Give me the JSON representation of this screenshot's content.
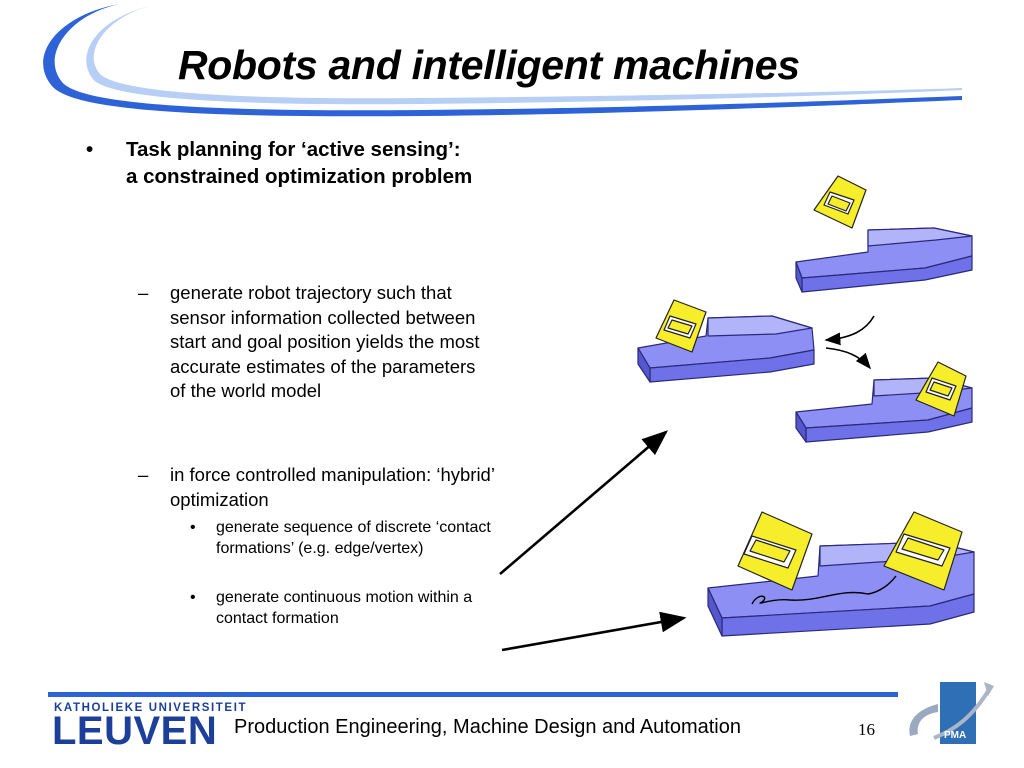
{
  "slide": {
    "title": "Robots and intelligent machines",
    "bullet_main": {
      "marker": "•",
      "line1": "Task planning for ‘active sensing’:",
      "line2": "a constrained optimization problem"
    },
    "sub_bullets": [
      {
        "marker": "–",
        "text": "generate robot trajectory such that sensor information collected between start and goal position yields the most accurate estimates of the parameters of the world model"
      },
      {
        "marker": "–",
        "text": "in force controlled manipulation: ‘hybrid’ optimization"
      }
    ],
    "sub_sub_bullets": [
      {
        "marker": "•",
        "text": "generate sequence of discrete ‘contact formations’ (e.g. edge/vertex)"
      },
      {
        "marker": "•",
        "text": "generate continuous motion within a contact formation"
      }
    ]
  },
  "footer": {
    "university_small": "KATHOLIEKE UNIVERSITEIT",
    "university_big": "LEUVEN",
    "department": "Production Engineering, Machine Design and Automation",
    "page_number": "16",
    "logo_text": "PMA"
  },
  "colors": {
    "swoosh_blue": "#2d63d6",
    "block_fill": "#8d8ff5",
    "block_stroke": "#2a2a7a",
    "cube_fill": "#f6ee2a",
    "brand_blue": "#1c3f9a",
    "pma_blue": "#2e6fb5"
  }
}
